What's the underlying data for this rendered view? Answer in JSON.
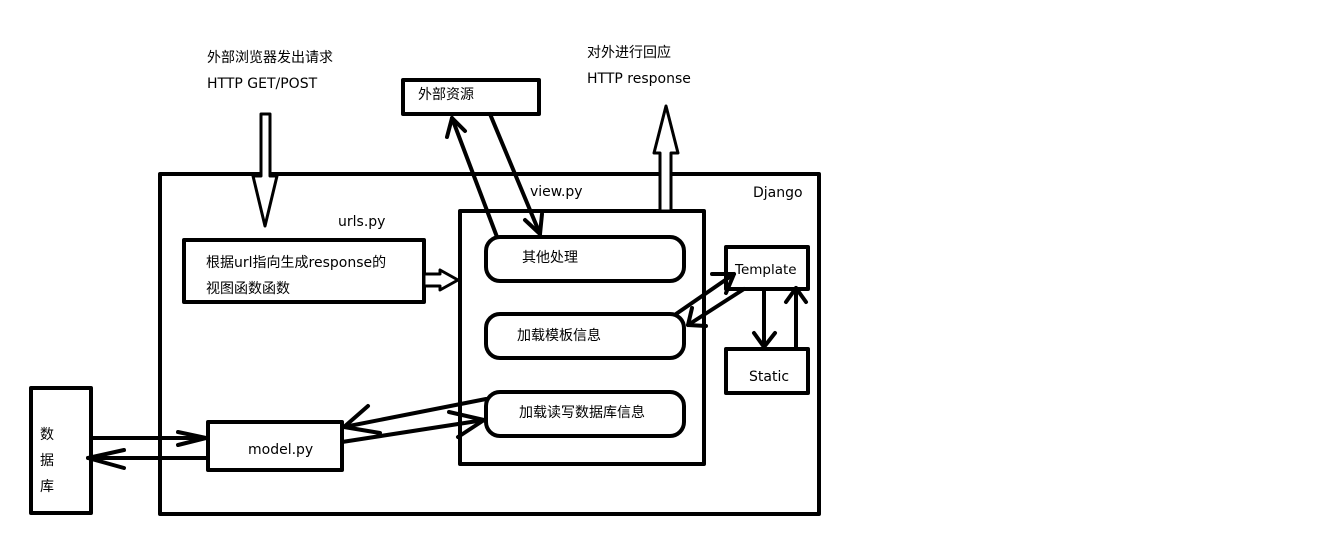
{
  "request": {
    "line1": "外部浏览器发出请求",
    "line2": "HTTP  GET/POST"
  },
  "response": {
    "line1": "对外进行回应",
    "line2": "HTTP  response"
  },
  "external_resource": "外部资源",
  "django": "Django",
  "view": {
    "title": "view.py",
    "other": "其他处理",
    "load_template": "加载模板信息",
    "load_db": "加载读写数据库信息"
  },
  "urls": {
    "title": "urls.py",
    "line1": "根据url指向生成response的",
    "line2": "视图函数函数"
  },
  "template": "Template",
  "static": "Static",
  "model": "model.py",
  "database": {
    "c1": "数",
    "c2": "据",
    "c3": "库"
  }
}
